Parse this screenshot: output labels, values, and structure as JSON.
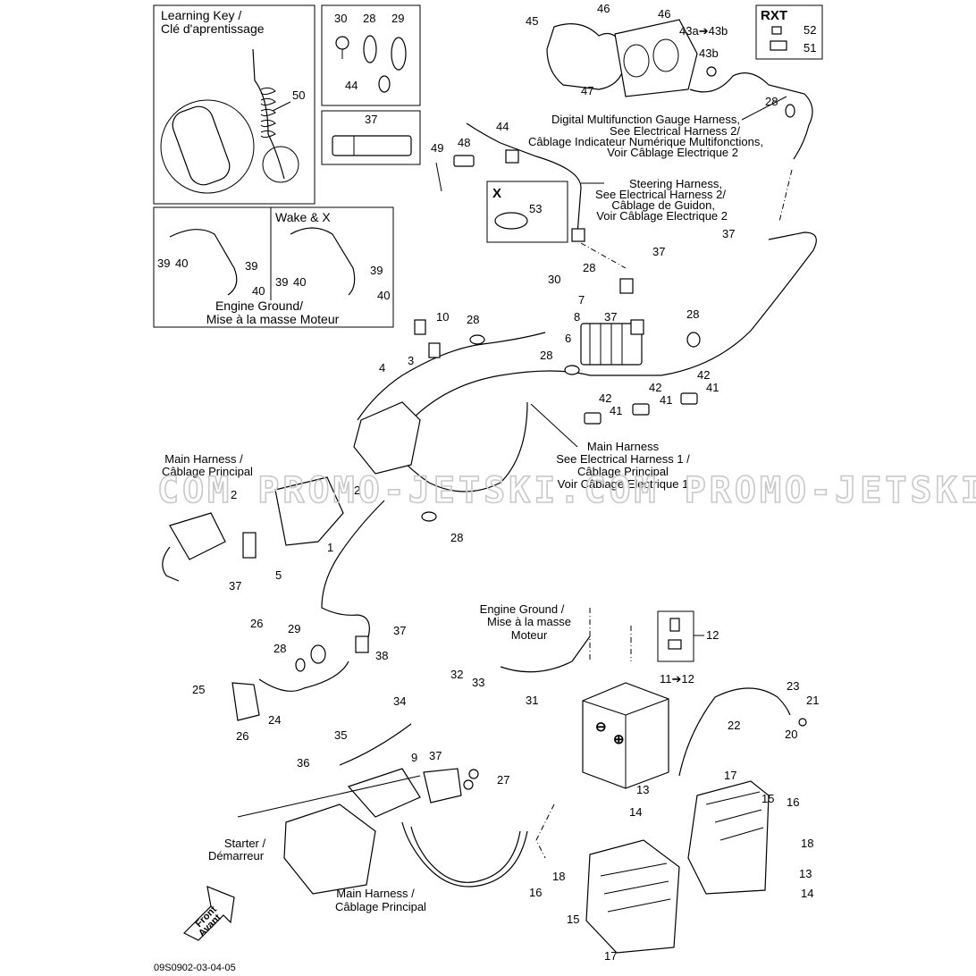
{
  "callouts": {
    "learning_key_title": [
      "Learning Key /",
      "Clé d'aprentissage"
    ],
    "wake_x": "Wake & X",
    "engine_ground_box": [
      "Engine Ground/",
      "Mise à la masse Moteur"
    ],
    "rxt": "RXT",
    "x": "X",
    "gauge_harness": [
      "Digital Multifunction Gauge Harness,",
      "See Electrical Harness 2/",
      "Câblage Indicateur Numérique Multifonctions,",
      "Voir Câblage Electrique 2"
    ],
    "steering_harness": [
      "Steering Harness,",
      "See Electrical Harness 2/",
      "Câblage de Guidon,",
      "Voir Câblage Electrique 2"
    ],
    "main_harness_center": [
      "Main Harness",
      "See Electrical Harness 1 /",
      "Câblage Principal",
      "Voir Câblage Electrique 1"
    ],
    "main_harness_left": [
      "Main Harness /",
      "Câblage Principal"
    ],
    "engine_ground_mid": [
      "Engine Ground /",
      "Mise à la masse",
      "Moteur"
    ],
    "starter": [
      "Starter /",
      "Démarreur"
    ],
    "main_harness_bottom": [
      "Main Harness /",
      "Câblage Principal"
    ],
    "front": [
      "Front",
      "Avant"
    ],
    "doc_code": "09S0902-03-04-05",
    "watermark": "COM PROMO-JETSKI.COM PROMO-JETSKI"
  },
  "part_numbers": {
    "p1": "1",
    "p2a": "2",
    "p2b": "2",
    "p3": "3",
    "p4": "4",
    "p5": "5",
    "p6": "6",
    "p7": "7",
    "p8": "8",
    "p9": "9",
    "p10": "10",
    "p11_12": "11➔12",
    "p12": "12",
    "p13a": "13",
    "p13b": "13",
    "p14a": "14",
    "p14b": "14",
    "p15a": "15",
    "p15b": "15",
    "p16a": "16",
    "p16b": "16",
    "p17a": "17",
    "p17b": "17",
    "p18a": "18",
    "p18b": "18",
    "p20": "20",
    "p21": "21",
    "p22": "22",
    "p23": "23",
    "p24": "24",
    "p25": "25",
    "p26a": "26",
    "p26b": "26",
    "p27": "27",
    "p28a": "28",
    "p28b": "28",
    "p28c": "28",
    "p28d": "28",
    "p28e": "28",
    "p28f": "28",
    "p28g": "28",
    "p28h": "28",
    "p29a": "29",
    "p29b": "29",
    "p30a": "30",
    "p30b": "30",
    "p31": "31",
    "p32": "32",
    "p33": "33",
    "p34": "34",
    "p35": "35",
    "p36": "36",
    "p37a": "37",
    "p37b": "37",
    "p37c": "37",
    "p37d": "37",
    "p37e": "37",
    "p37f": "37",
    "p37g": "37",
    "p38": "38",
    "p39a": "39",
    "p39b": "39",
    "p39c": "39",
    "p39d": "39",
    "p40a": "40",
    "p40b": "40",
    "p40c": "40",
    "p40d": "40",
    "p41a": "41",
    "p41b": "41",
    "p41c": "41",
    "p42a": "42",
    "p42b": "42",
    "p42c": "42",
    "p43": "43a➔43b",
    "p43b": "43b",
    "p44a": "44",
    "p44b": "44",
    "p45": "45",
    "p46a": "46",
    "p46b": "46",
    "p47": "47",
    "p48": "48",
    "p49": "49",
    "p50": "50",
    "p51": "51",
    "p52": "52",
    "p53": "53"
  }
}
